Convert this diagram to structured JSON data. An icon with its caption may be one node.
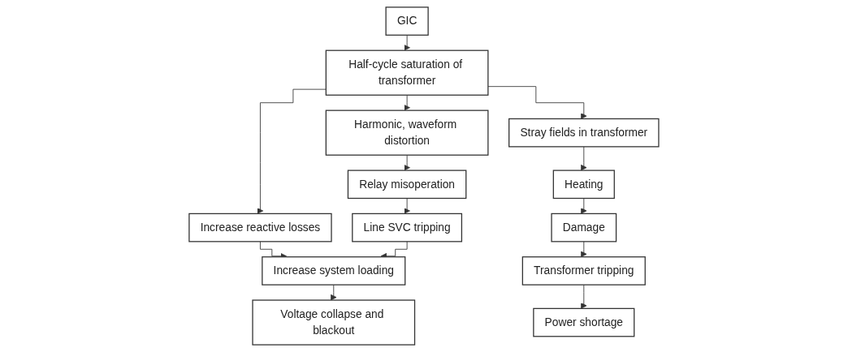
{
  "diagram": {
    "nodes": [
      {
        "text": [
          "GIC"
        ]
      },
      {
        "text": [
          "Half-cycle saturation of transformer"
        ]
      },
      {
        "text": [
          "Increase reactive losses"
        ]
      },
      {
        "text": [
          "Harmonic, waveform distortion"
        ]
      },
      {
        "text": [
          "Stray fields in transformer"
        ]
      },
      {
        "text": [
          "Relay misoperation"
        ]
      },
      {
        "text": [
          "Line SVC tripping"
        ]
      },
      {
        "text": [
          "Increase system loading"
        ]
      },
      {
        "text": [
          "Voltage collapse and blackout"
        ]
      },
      {
        "text": [
          "Heating"
        ]
      },
      {
        "text": [
          "Damage"
        ]
      },
      {
        "text": [
          "Transformer tripping"
        ]
      },
      {
        "text": [
          "Power shortage"
        ]
      }
    ],
    "edges": [
      {
        "from": 0,
        "to": 1,
        "arrow": "to"
      },
      {
        "from": 1,
        "to": 2,
        "arrow": "to"
      },
      {
        "from": 1,
        "to": 3,
        "arrow": "to"
      },
      {
        "from": 1,
        "to": 4,
        "arrow": "to"
      },
      {
        "from": 3,
        "to": 5,
        "arrow": "to"
      },
      {
        "from": 5,
        "to": 6,
        "arrow": "to"
      },
      {
        "from": 2,
        "to": 7,
        "arrow": "to"
      },
      {
        "from": 6,
        "to": 7,
        "arrow": "to"
      },
      {
        "from": 7,
        "to": 8,
        "arrow": "to"
      },
      {
        "from": 4,
        "to": 9,
        "arrow": "to"
      },
      {
        "from": 9,
        "to": 10,
        "arrow": "to"
      },
      {
        "from": 10,
        "to": 11,
        "arrow": "to"
      },
      {
        "from": 11,
        "to": 12,
        "arrow": "to"
      }
    ]
  }
}
